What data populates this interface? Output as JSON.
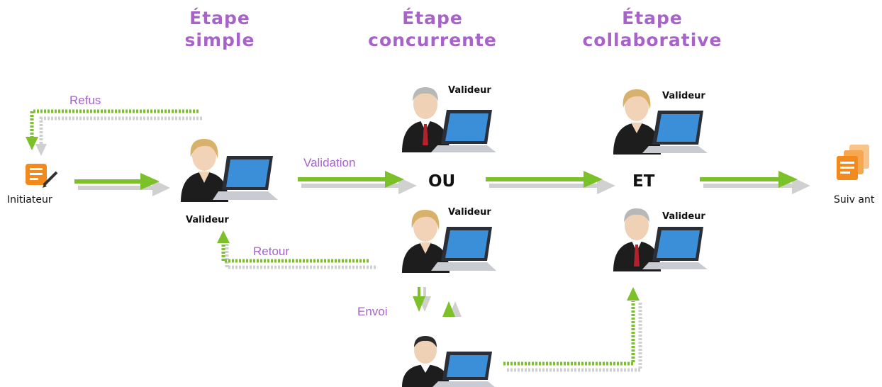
{
  "stages": {
    "simple": "Étape\nsimple",
    "concurrent": "Étape\nconcurrente",
    "collaborative": "Étape\ncollaborative"
  },
  "labels": {
    "refus": "Refus",
    "validation": "Validation",
    "retour": "Retour",
    "envoi": "Envoi",
    "initiateur": "Initiateur",
    "suivant": "Suiv ant",
    "valideur": "Valideur",
    "ou": "OU",
    "et": "ET"
  },
  "colors": {
    "title": "#a763c9",
    "arrow_green": "#7cc02a",
    "arrow_gray": "#c9c9c9",
    "doc_orange": "#f28a1e"
  }
}
